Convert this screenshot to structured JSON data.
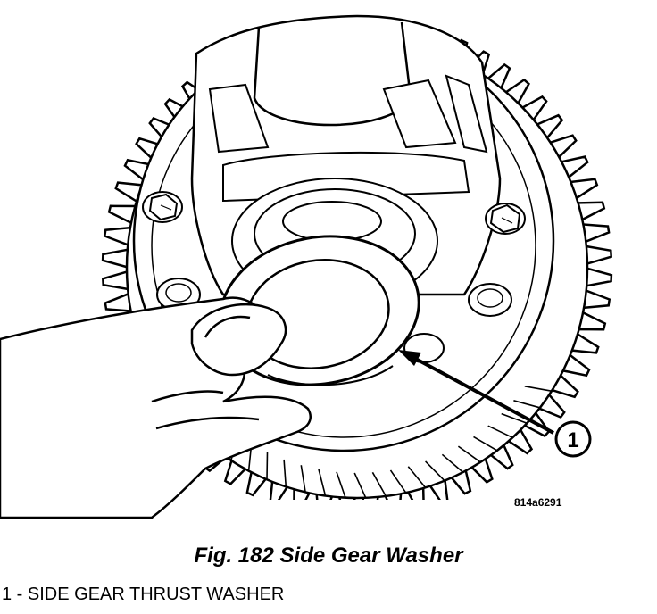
{
  "figure": {
    "id_code": "814a6291",
    "caption": "Fig. 182 Side Gear Washer",
    "callout_number": "1",
    "legend": "1 - SIDE GEAR THRUST WASHER"
  }
}
